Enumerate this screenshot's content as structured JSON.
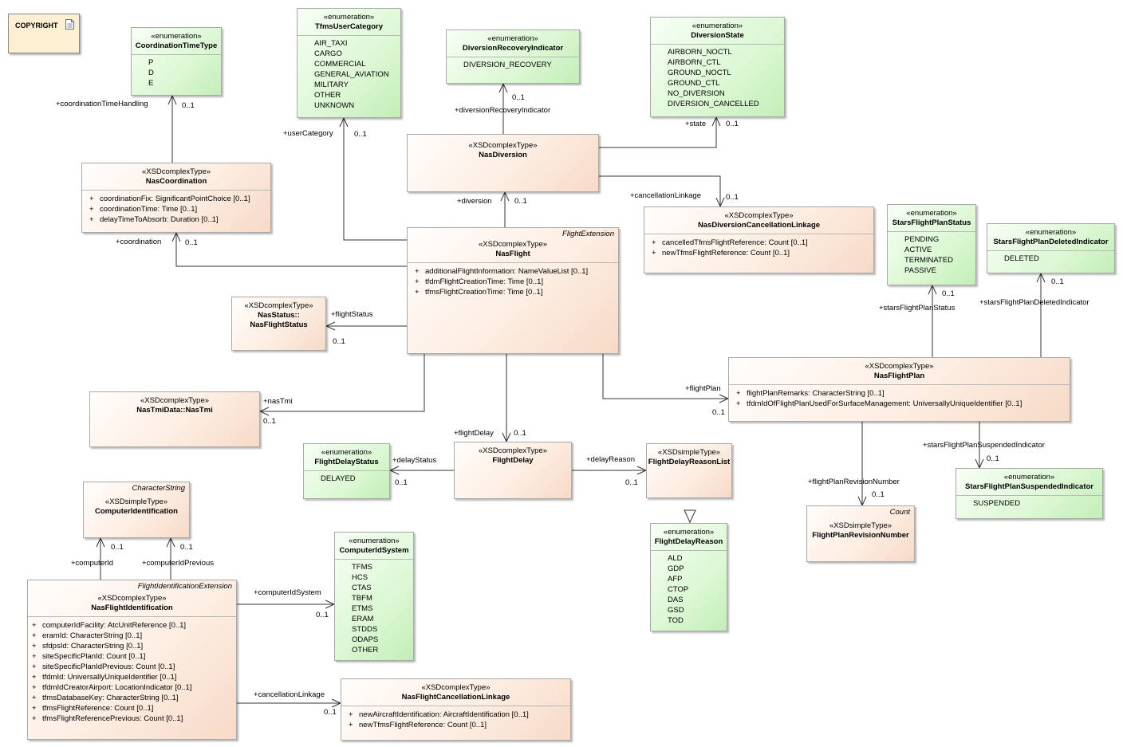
{
  "note": {
    "label": "COPYRIGHT",
    "icon": "note-icon"
  },
  "classes": {
    "coordinationTimeType": {
      "stereotype": "«enumeration»",
      "name": "CoordinationTimeType",
      "literals": [
        "P",
        "D",
        "E"
      ]
    },
    "tfmsUserCategory": {
      "stereotype": "«enumeration»",
      "name": "TfmsUserCategory",
      "literals": [
        "AIR_TAXI",
        "CARGO",
        "COMMERCIAL",
        "GENERAL_AVIATION",
        "MILITARY",
        "OTHER",
        "UNKNOWN"
      ]
    },
    "diversionRecoveryIndicator": {
      "stereotype": "«enumeration»",
      "name": "DiversionRecoveryIndicator",
      "literals": [
        "DIVERSION_RECOVERY"
      ]
    },
    "diversionState": {
      "stereotype": "«enumeration»",
      "name": "DiversionState",
      "literals": [
        "AIRBORN_NOCTL",
        "AIRBORN_CTL",
        "GROUND_NOCTL",
        "GROUND_CTL",
        "NO_DIVERSION",
        "DIVERSION_CANCELLED"
      ]
    },
    "nasCoordination": {
      "stereotype": "«XSDcomplexType»",
      "name": "NasCoordination",
      "attributes": [
        "coordinationFix: SignificantPointChoice [0..1]",
        "coordinationTime: Time [0..1]",
        "delayTimeToAbsorb: Duration [0..1]"
      ]
    },
    "nasDiversion": {
      "stereotype": "«XSDcomplexType»",
      "name": "NasDiversion"
    },
    "nasDiversionCancellationLinkage": {
      "stereotype": "«XSDcomplexType»",
      "name": "NasDiversionCancellationLinkage",
      "attributes": [
        "cancelledTfmsFlightReference: Count [0..1]",
        "newTfmsFlightReference: Count [0..1]"
      ]
    },
    "starsFlightPlanStatus": {
      "stereotype": "«enumeration»",
      "name": "StarsFlightPlanStatus",
      "literals": [
        "PENDING",
        "ACTIVE",
        "TERMINATED",
        "PASSIVE"
      ]
    },
    "starsFlightPlanDeletedIndicator": {
      "stereotype": "«enumeration»",
      "name": "StarsFlightPlanDeletedIndicator",
      "literals": [
        "DELETED"
      ]
    },
    "nasFlight": {
      "parent": "FlightExtension",
      "stereotype": "«XSDcomplexType»",
      "name": "NasFlight",
      "attributes": [
        "additionalFlightInformation: NameValueList [0..1]",
        "tfdmFlightCreationTime: Time [0..1]",
        "tfmsFlightCreationTime: Time [0..1]"
      ]
    },
    "nasFlightStatus": {
      "stereotype": "«XSDcomplexType»",
      "name_line1": "NasStatus::",
      "name_line2": "NasFlightStatus"
    },
    "nasFlightPlan": {
      "stereotype": "«XSDcomplexType»",
      "name": "NasFlightPlan",
      "attributes": [
        "flightPlanRemarks: CharacterString [0..1]",
        "tfdmIdOfFlightPlanUsedForSurfaceManagement: UniversallyUniqueIdentifier [0..1]"
      ]
    },
    "nasTmi": {
      "stereotype": "«XSDcomplexType»",
      "name": "NasTmiData::NasTmi"
    },
    "flightDelayStatus": {
      "stereotype": "«enumeration»",
      "name": "FlightDelayStatus",
      "literals": [
        "DELAYED"
      ]
    },
    "flightDelay": {
      "stereotype": "«XSDcomplexType»",
      "name": "FlightDelay"
    },
    "flightDelayReasonList": {
      "stereotype": "«XSDsimpleType»",
      "name": "FlightDelayReasonList"
    },
    "starsFlightPlanSuspendedIndicator": {
      "stereotype": "«enumeration»",
      "name": "StarsFlightPlanSuspendedIndicator",
      "literals": [
        "SUSPENDED"
      ]
    },
    "flightPlanRevisionNumber": {
      "parent": "Count",
      "stereotype": "«XSDsimpleType»",
      "name": "FlightPlanRevisionNumber"
    },
    "flightDelayReason": {
      "stereotype": "«enumeration»",
      "name": "FlightDelayReason",
      "literals": [
        "ALD",
        "GDP",
        "AFP",
        "CTOP",
        "DAS",
        "GSD",
        "TOD"
      ]
    },
    "computerIdentification": {
      "parent": "CharacterString",
      "stereotype": "«XSDsimpleType»",
      "name": "ComputerIdentification"
    },
    "computerIdSystem": {
      "stereotype": "«enumeration»",
      "name": "ComputerIdSystem",
      "literals": [
        "TFMS",
        "HCS",
        "CTAS",
        "TBFM",
        "ETMS",
        "ERAM",
        "STDDS",
        "ODAPS",
        "OTHER"
      ]
    },
    "nasFlightIdentification": {
      "parent": "FlightIdentificationExtension",
      "stereotype": "«XSDcomplexType»",
      "name": "NasFlightIdentification",
      "attributes": [
        "computerIdFacility: AtcUnitReference [0..1]",
        "eramId: CharacterString [0..1]",
        "sfdpsId: CharacterString [0..1]",
        "siteSpecificPlanId: Count [0..1]",
        "siteSpecificPlanIdPrevious: Count [0..1]",
        "tfdmId: UniversallyUniqueIdentifier [0..1]",
        "tfdmIdCreatorAirport: LocationIndicator [0..1]",
        "tfmsDatabaseKey: CharacterString [0..1]",
        "tfmsFlightReference: Count [0..1]",
        "tfmsFlightReferencePrevious: Count [0..1]"
      ]
    },
    "nasFlightCancellationLinkage": {
      "stereotype": "«XSDcomplexType»",
      "name": "NasFlightCancellationLinkage",
      "attributes": [
        "newAircraftIdentification: AircraftIdentification [0..1]",
        "newTfmsFlightReference: Count [0..1]"
      ]
    }
  },
  "roles": {
    "coordinationTimeHandling": "+coordinationTimeHandling",
    "coordinationTimeHandling_mult": "0..1",
    "userCategory": "+userCategory",
    "userCategory_mult": "0..1",
    "diversionRecoveryIndicator": "+diversionRecoveryIndicator",
    "diversionRecoveryIndicator_mult": "0..1",
    "state": "+state",
    "state_mult": "0..1",
    "diversion": "+diversion",
    "diversion_mult": "0..1",
    "cancellationLinkageDiv": "+cancellationLinkage",
    "cancellationLinkageDiv_mult": "0..1",
    "coordination": "+coordination",
    "coordination_mult": "0..1",
    "flightStatus": "+flightStatus",
    "flightStatus_mult": "0..1",
    "starsFlightPlanStatus": "+starsFlightPlanStatus",
    "starsFlightPlanStatus_mult": "0..1",
    "starsFlightPlanDeletedIndicator": "+starsFlightPlanDeletedIndicator",
    "starsFlightPlanDeletedIndicator_mult": "0..1",
    "flightPlan": "+flightPlan",
    "flightPlan_mult": "0..1",
    "nasTmi": "+nasTmi",
    "nasTmi_mult": "0..1",
    "flightDelay": "+flightDelay",
    "flightDelay_mult": "0..1",
    "delayStatus": "+delayStatus",
    "delayStatus_mult": "0..1",
    "delayReason": "+delayReason",
    "delayReason_mult": "0..1",
    "starsFlightPlanSuspendedIndicator": "+starsFlightPlanSuspendedIndicator",
    "starsFlightPlanSuspendedIndicator_mult": "0..1",
    "flightPlanRevisionNumber": "+flightPlanRevisionNumber",
    "flightPlanRevisionNumber_mult": "0..1",
    "computerId": "+computerId",
    "computerId_mult": "0..1",
    "computerIdPrevious": "+computerIdPrevious",
    "computerIdPrevious_mult": "0..1",
    "computerIdSystem": "+computerIdSystem",
    "computerIdSystem_mult": "0..1",
    "cancellationLinkageId": "+cancellationLinkage",
    "cancellationLinkageId_mult": "0..1"
  },
  "colors": {
    "complex_fill": "#fdeee3",
    "enum_fill": "#dcf8d4",
    "border": "#a9a9a9",
    "note_fill": "#fdf0d2"
  }
}
